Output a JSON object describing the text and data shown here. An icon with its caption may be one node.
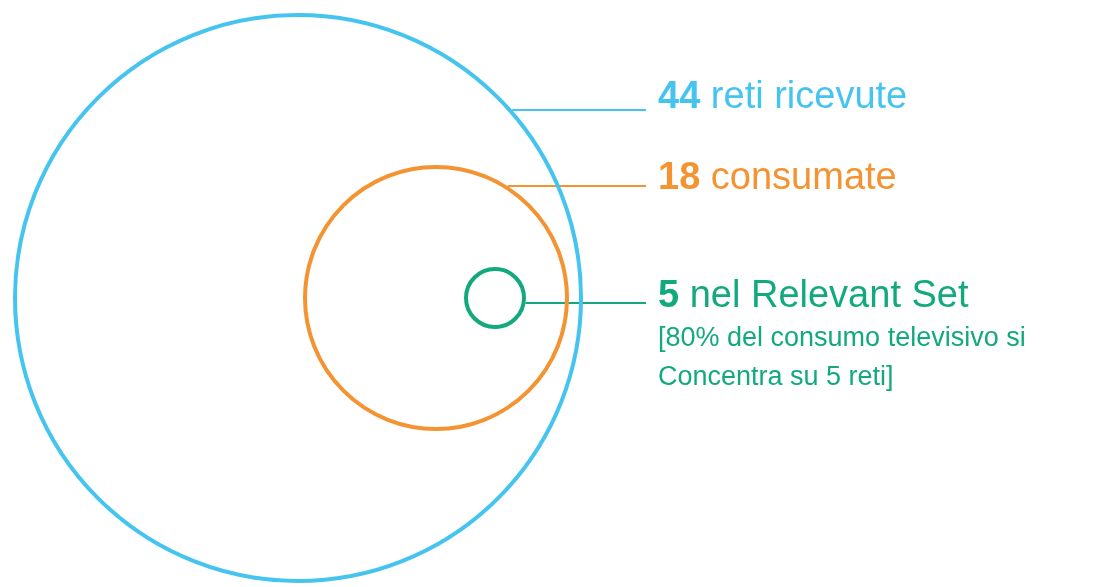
{
  "diagram": {
    "nodes": [
      {
        "text": [],
        "shape": "circle"
      },
      {
        "text": [],
        "shape": "circle",
        "in": 0
      },
      {
        "text": [],
        "shape": "circle",
        "in": 1
      },
      {
        "text": [
          "**44** reti ricevute"
        ]
      },
      {
        "text": [
          "**18** consumate"
        ]
      },
      {
        "text": [
          "**5** nel Relevant Set",
          "[80% del consumo televisivo si Concentra su 5 reti]"
        ]
      }
    ],
    "edges": [
      {
        "from": 3,
        "to": 0,
        "arrow": "none",
        "color": "#45c4f0"
      },
      {
        "from": 4,
        "to": 1,
        "arrow": "none",
        "color": "#f39331"
      },
      {
        "from": 5,
        "to": 2,
        "arrow": "none",
        "color": "#13a97f"
      }
    ]
  }
}
